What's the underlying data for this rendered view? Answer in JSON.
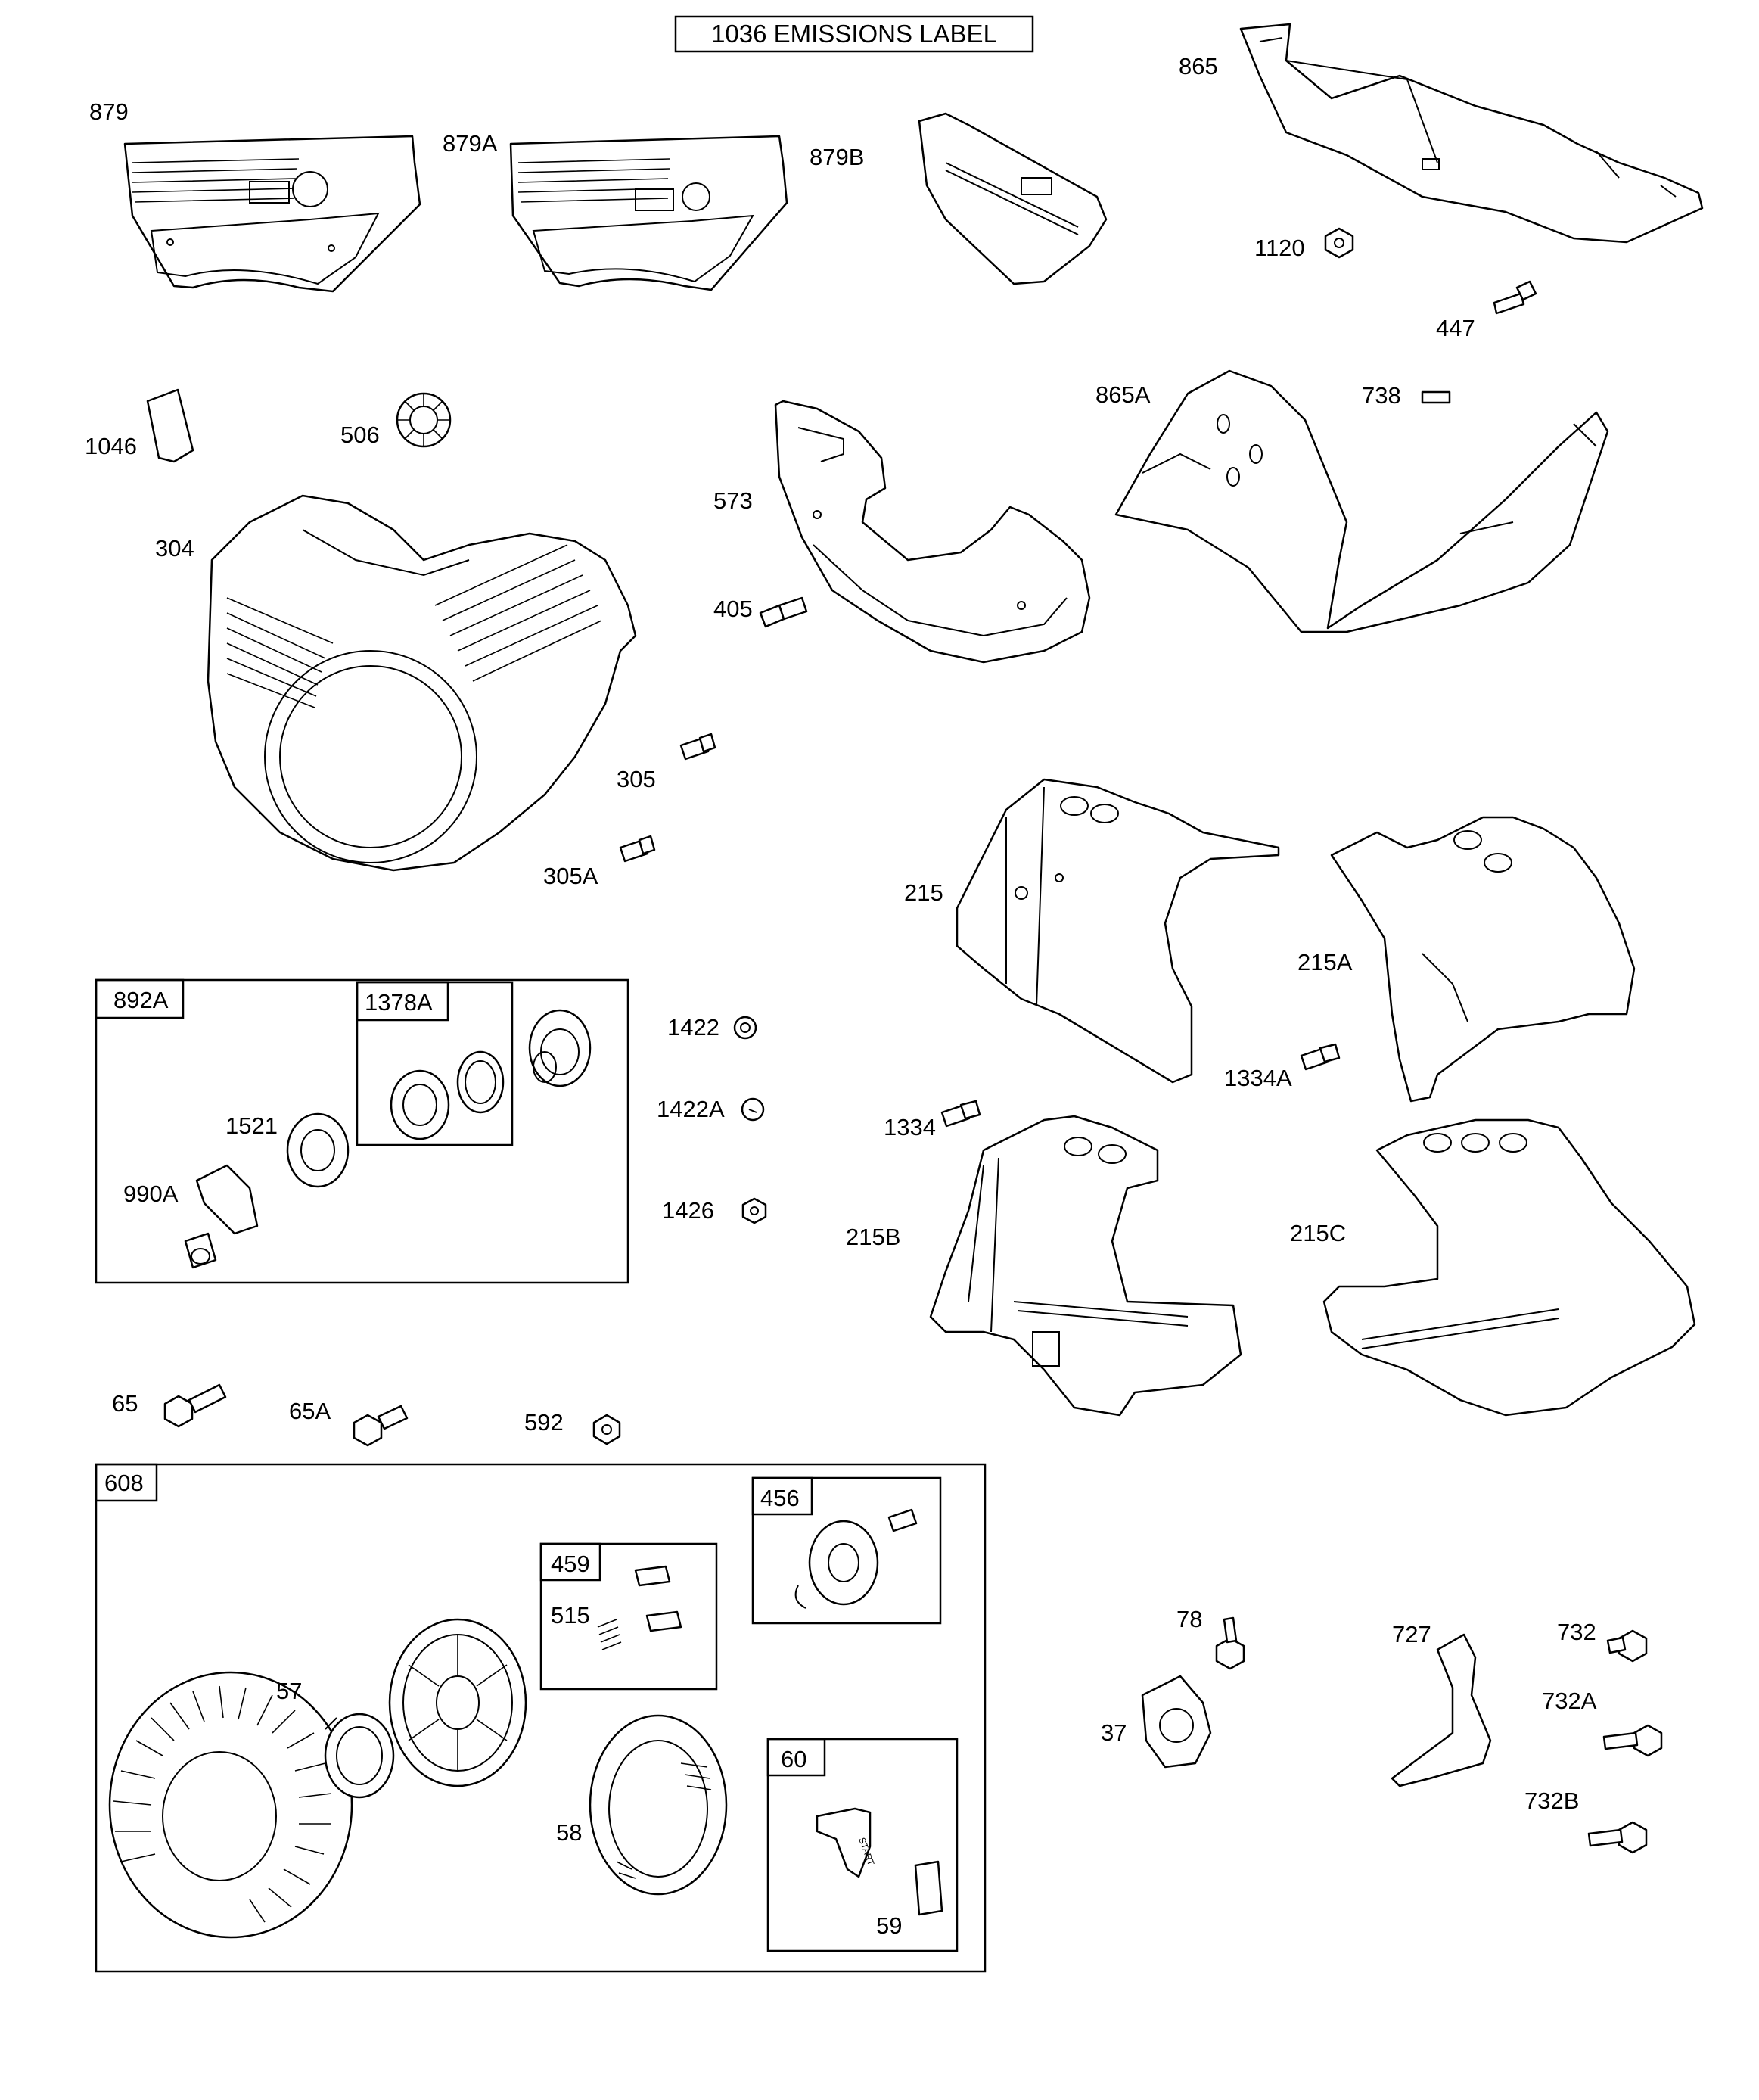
{
  "title_label": "1036 EMISSIONS LABEL",
  "labels": {
    "p879": "879",
    "p879A": "879A",
    "p879B": "879B",
    "p865": "865",
    "p1120": "1120",
    "p447": "447",
    "p738": "738",
    "p865A": "865A",
    "p1046": "1046",
    "p506": "506",
    "p573": "573",
    "p304": "304",
    "p405": "405",
    "p305": "305",
    "p305A": "305A",
    "p215": "215",
    "p215A": "215A",
    "p892A": "892A",
    "p1378A": "1378A",
    "p1422": "1422",
    "p1422A": "1422A",
    "p1521": "1521",
    "p1334": "1334",
    "p1334A": "1334A",
    "p990A": "990A",
    "p1426": "1426",
    "p215B": "215B",
    "p215C": "215C",
    "p65": "65",
    "p65A": "65A",
    "p592": "592",
    "p608": "608",
    "p456": "456",
    "p459": "459",
    "p515": "515",
    "p57": "57",
    "p78": "78",
    "p727": "727",
    "p732": "732",
    "p732A": "732A",
    "p37": "37",
    "p732B": "732B",
    "p60": "60",
    "p58": "58",
    "p59": "59"
  },
  "start_text": "START"
}
